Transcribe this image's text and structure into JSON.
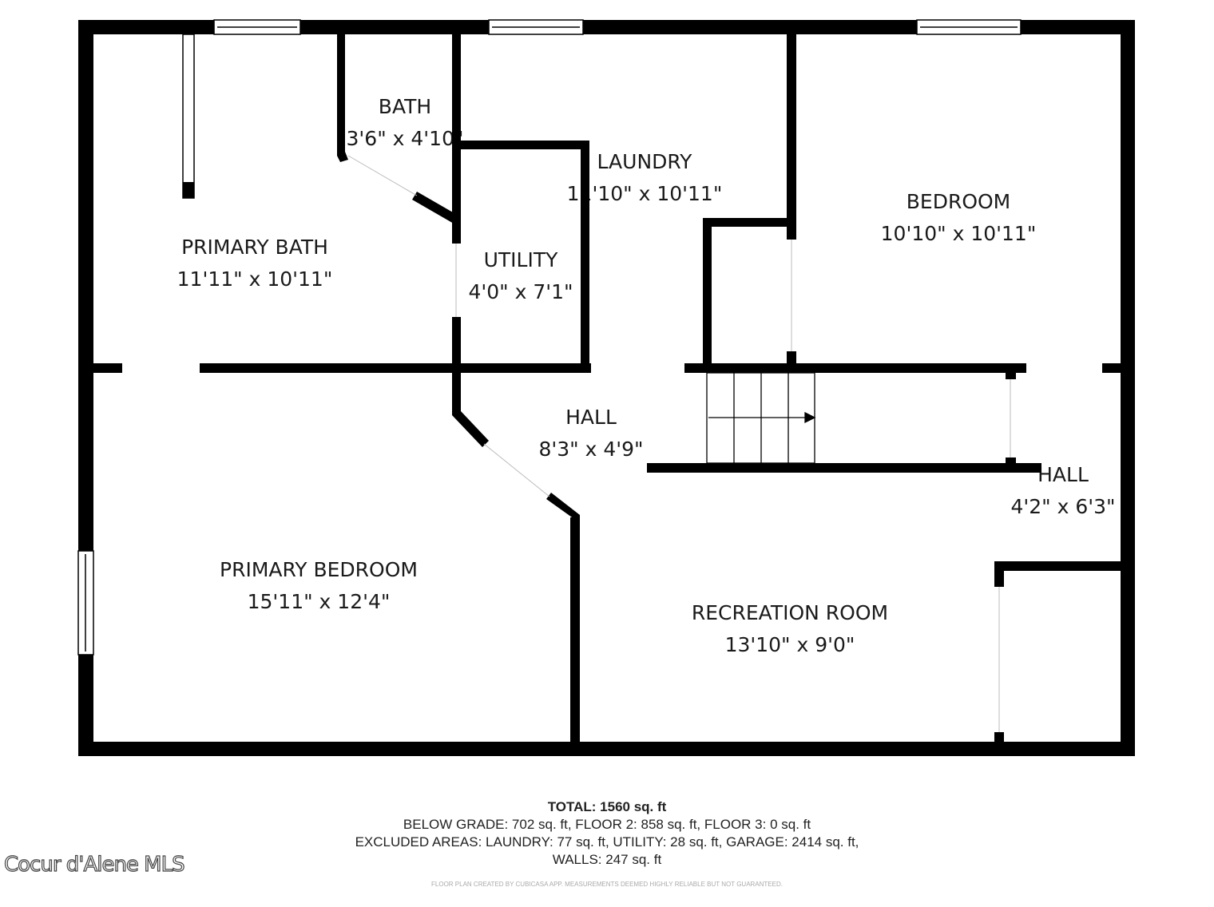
{
  "rooms": [
    {
      "name": "PRIMARY BATH",
      "dims": "11'11\" x 10'11\""
    },
    {
      "name": "BATH",
      "dims": "3'6\" x 4'10\""
    },
    {
      "name": "LAUNDRY",
      "dims": "11'10\" x 10'11\""
    },
    {
      "name": "UTILITY",
      "dims": "4'0\" x 7'1\""
    },
    {
      "name": "BEDROOM",
      "dims": "10'10\" x 10'11\""
    },
    {
      "name": "HALL",
      "dims": "8'3\" x 4'9\""
    },
    {
      "name": "HALL",
      "dims": "4'2\" x 6'3\""
    },
    {
      "name": "PRIMARY BEDROOM",
      "dims": "15'11\" x 12'4\""
    },
    {
      "name": "RECREATION ROOM",
      "dims": "13'10\" x 9'0\""
    }
  ],
  "footer": {
    "total": "TOTAL: 1560 sq. ft",
    "line1": "BELOW GRADE: 702 sq. ft, FLOOR 2: 858 sq. ft, FLOOR 3: 0 sq. ft",
    "line2": "EXCLUDED AREAS: LAUNDRY: 77 sq. ft, UTILITY: 28 sq. ft, GARAGE: 2414 sq. ft,",
    "line3": "WALLS: 247 sq. ft",
    "disclaimer": "FLOOR PLAN CREATED BY CUBICASA APP. MEASUREMENTS DEEMED HIGHLY RELIABLE BUT NOT GUARANTEED."
  },
  "watermark": "Cocur d'Alene MLS",
  "colors": {
    "wall": "#000000",
    "background": "#ffffff"
  }
}
